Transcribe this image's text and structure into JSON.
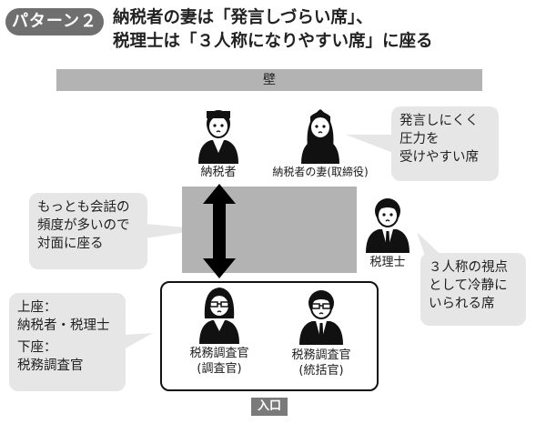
{
  "header": {
    "badge": "パターン２",
    "title_line1": "納税者の妻は「発言しづらい席」、",
    "title_line2": "税理士は「３人称になりやすい席」に座る"
  },
  "layout_labels": {
    "wall": "壁",
    "entrance": "入口"
  },
  "people": {
    "taxpayer": {
      "label": "納税者",
      "icon": "man-icon"
    },
    "taxpayer_wife": {
      "label": "納税者の妻(取締役)",
      "icon": "woman-icon"
    },
    "tax_accountant": {
      "label": "税理士",
      "icon": "man-tie-icon"
    },
    "inspector": {
      "label_line1": "税務調査官",
      "label_line2": "(調査官)",
      "icon": "woman-glasses-icon"
    },
    "supervisor": {
      "label_line1": "税務調査官",
      "label_line2": "(統括官)",
      "icon": "man-glasses-icon"
    }
  },
  "callouts": {
    "wife": [
      "発言しにくく",
      "圧力を",
      "受けやすい席"
    ],
    "face_to_face": [
      "もっとも会話の",
      "頻度が多いので",
      "対面に座る"
    ],
    "accountant": [
      "３人称の視点",
      "として冷静に",
      "いられる席"
    ],
    "seating": {
      "upper_label": "上座：",
      "upper_value": "納税者・税理士",
      "lower_label": "下座：",
      "lower_value": "税務調査官"
    }
  },
  "colors": {
    "badge": "#6f6f6f",
    "wall": "#b3b3b3",
    "table": "#b3b3b3",
    "bubble": "#e6e6e6",
    "entrance": "#7a7a7a",
    "figure": "#111111"
  }
}
